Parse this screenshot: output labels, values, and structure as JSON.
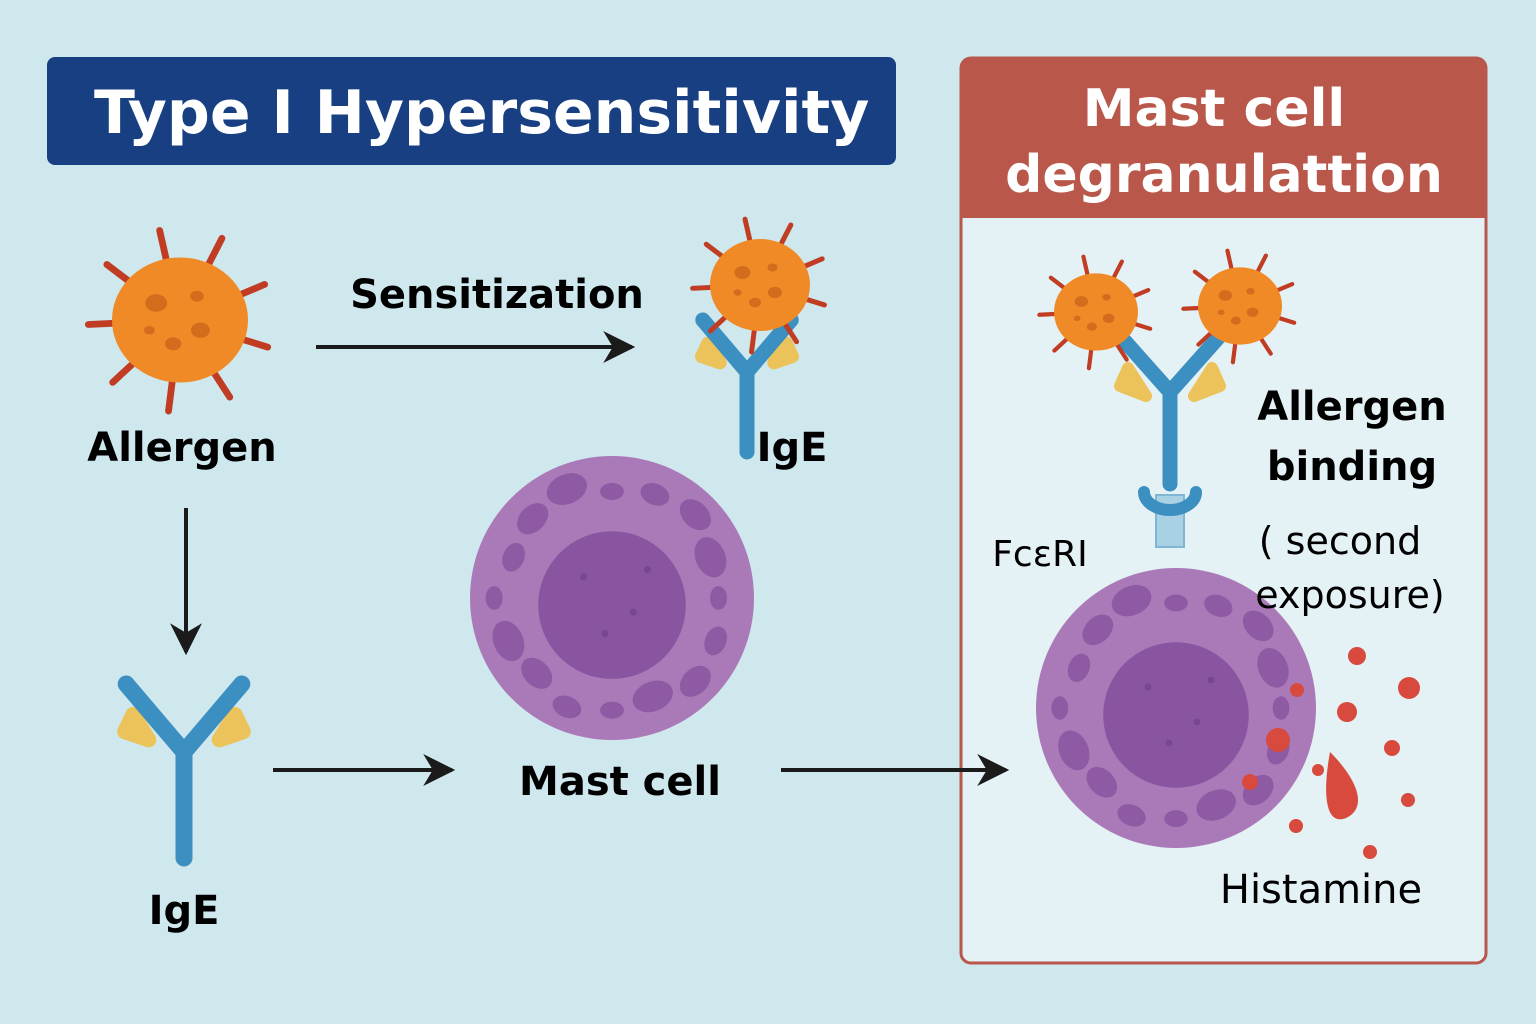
{
  "title": "Type I Hypersensitivity",
  "colors": {
    "background": "#cfe8ee",
    "title_bar": "#173f82",
    "panel_header": "#b9574a",
    "panel_body": "#e4f1f5",
    "allergen_body": "#ef8a26",
    "allergen_spike": "#c03d24",
    "ige_blue": "#3c8fc1",
    "ige_yellow": "#ecc35a",
    "mast_cell": "#aa7ab8",
    "mast_nucleus": "#8a55a0",
    "histamine": "#d84a3e",
    "arrow": "#1b1b1b"
  },
  "left": {
    "allergen_label": "Allergen",
    "sensitization_label": "Sensitization",
    "ige_top_label": "IgE",
    "ige_bottom_label": "IgE",
    "mast_cell_label": "Mast cell"
  },
  "panel": {
    "title_line1": "Mast cell",
    "title_line2": "degranulattion",
    "allergen_binding_line1": "Allergen",
    "allergen_binding_line2": "binding",
    "second_exposure_line1": "( second",
    "second_exposure_line2": "exposure)",
    "receptor_label": "FcεRI",
    "histamine_label": "Histamine"
  }
}
